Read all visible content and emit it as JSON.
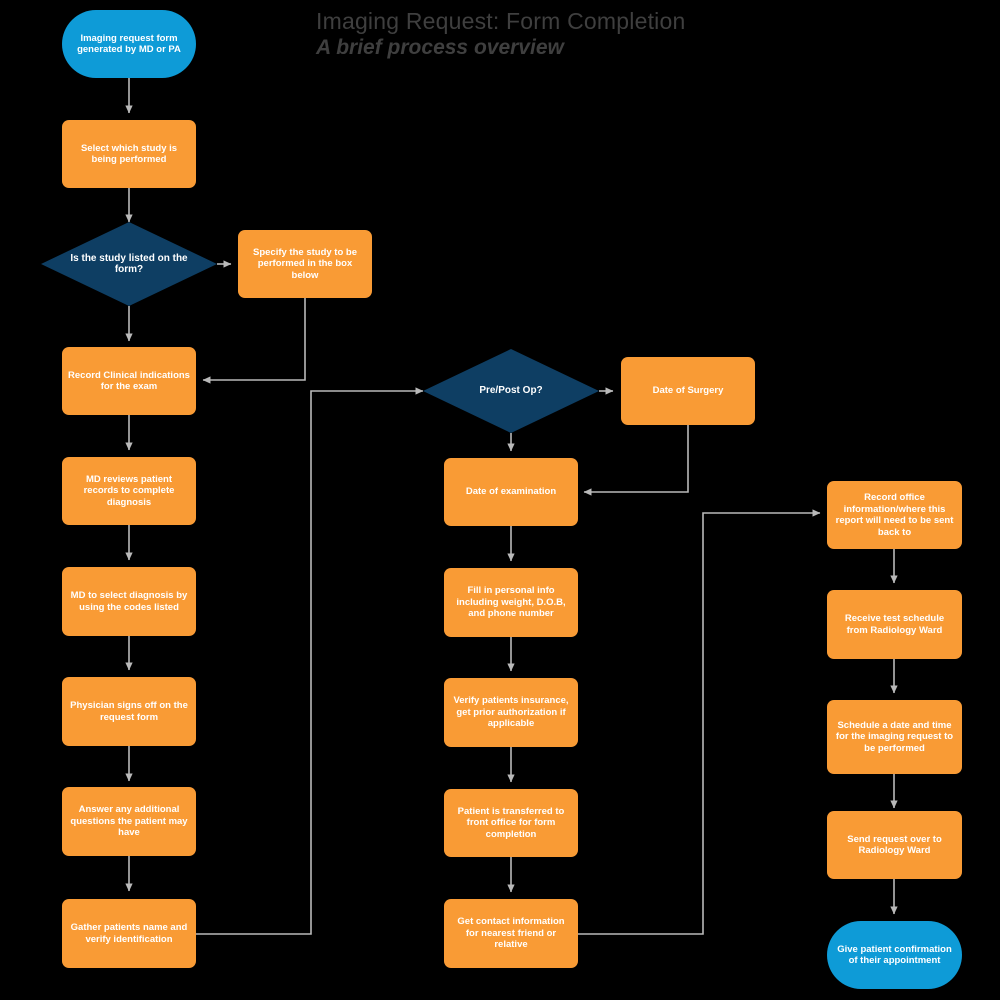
{
  "header": {
    "title": "Imaging Request: Form Completion",
    "subtitle": "A brief process overview"
  },
  "theme": {
    "background": "#000000",
    "process_fill": "#F99B35",
    "terminator_fill": "#0E9BD7",
    "decision_fill": "#0E3E63",
    "connector": "#B9B9B9",
    "node_text": "#FFFFFF",
    "title_text": "#3F3F3F"
  },
  "diagram": {
    "type": "flowchart",
    "nodes": [
      {
        "id": "n1",
        "shape": "terminator",
        "label": "Imaging request form generated by MD or PA"
      },
      {
        "id": "n2",
        "shape": "process",
        "label": "Select which study is being performed"
      },
      {
        "id": "n3",
        "shape": "decision",
        "label": "Is the study listed on the form?"
      },
      {
        "id": "n4",
        "shape": "process",
        "label": "Specify the study to be performed in the box below"
      },
      {
        "id": "n5",
        "shape": "process",
        "label": "Record Clinical indications for the exam"
      },
      {
        "id": "n6",
        "shape": "process",
        "label": "MD reviews  patient records to complete diagnosis"
      },
      {
        "id": "n7",
        "shape": "process",
        "label": "MD to select diagnosis by using the codes listed"
      },
      {
        "id": "n8",
        "shape": "process",
        "label": "Physician signs off on the request form"
      },
      {
        "id": "n9",
        "shape": "process",
        "label": "Answer any additional questions the patient may have"
      },
      {
        "id": "n10",
        "shape": "process",
        "label": "Gather patients name and verify identification"
      },
      {
        "id": "n11",
        "shape": "decision",
        "label": "Pre/Post Op?"
      },
      {
        "id": "n12",
        "shape": "process",
        "label": "Date of Surgery"
      },
      {
        "id": "n13",
        "shape": "process",
        "label": "Date of examination"
      },
      {
        "id": "n14",
        "shape": "process",
        "label": "Fill in personal info including weight, D.O.B, and phone number"
      },
      {
        "id": "n15",
        "shape": "process",
        "label": "Verify patients insurance, get prior authorization if applicable"
      },
      {
        "id": "n16",
        "shape": "process",
        "label": "Patient is transferred to front office for form completion"
      },
      {
        "id": "n17",
        "shape": "process",
        "label": "Get contact information for nearest friend or relative"
      },
      {
        "id": "n18",
        "shape": "process",
        "label": "Record office information/where this report will need to be sent back to"
      },
      {
        "id": "n19",
        "shape": "process",
        "label": "Receive test schedule from Radiology Ward"
      },
      {
        "id": "n20",
        "shape": "process",
        "label": "Schedule a date and time for the imaging request to be performed"
      },
      {
        "id": "n21",
        "shape": "process",
        "label": "Send request over to Radiology Ward"
      },
      {
        "id": "n22",
        "shape": "terminator",
        "label": "Give patient confirmation of their appointment"
      }
    ],
    "edges": [
      {
        "from": "n1",
        "to": "n2"
      },
      {
        "from": "n2",
        "to": "n3"
      },
      {
        "from": "n3",
        "to": "n4"
      },
      {
        "from": "n3",
        "to": "n5"
      },
      {
        "from": "n4",
        "to": "n5"
      },
      {
        "from": "n5",
        "to": "n6"
      },
      {
        "from": "n6",
        "to": "n7"
      },
      {
        "from": "n7",
        "to": "n8"
      },
      {
        "from": "n8",
        "to": "n9"
      },
      {
        "from": "n9",
        "to": "n10"
      },
      {
        "from": "n10",
        "to": "n11"
      },
      {
        "from": "n11",
        "to": "n12"
      },
      {
        "from": "n11",
        "to": "n13"
      },
      {
        "from": "n12",
        "to": "n13"
      },
      {
        "from": "n13",
        "to": "n14"
      },
      {
        "from": "n14",
        "to": "n15"
      },
      {
        "from": "n15",
        "to": "n16"
      },
      {
        "from": "n16",
        "to": "n17"
      },
      {
        "from": "n17",
        "to": "n18"
      },
      {
        "from": "n18",
        "to": "n19"
      },
      {
        "from": "n19",
        "to": "n20"
      },
      {
        "from": "n20",
        "to": "n21"
      },
      {
        "from": "n21",
        "to": "n22"
      }
    ]
  }
}
